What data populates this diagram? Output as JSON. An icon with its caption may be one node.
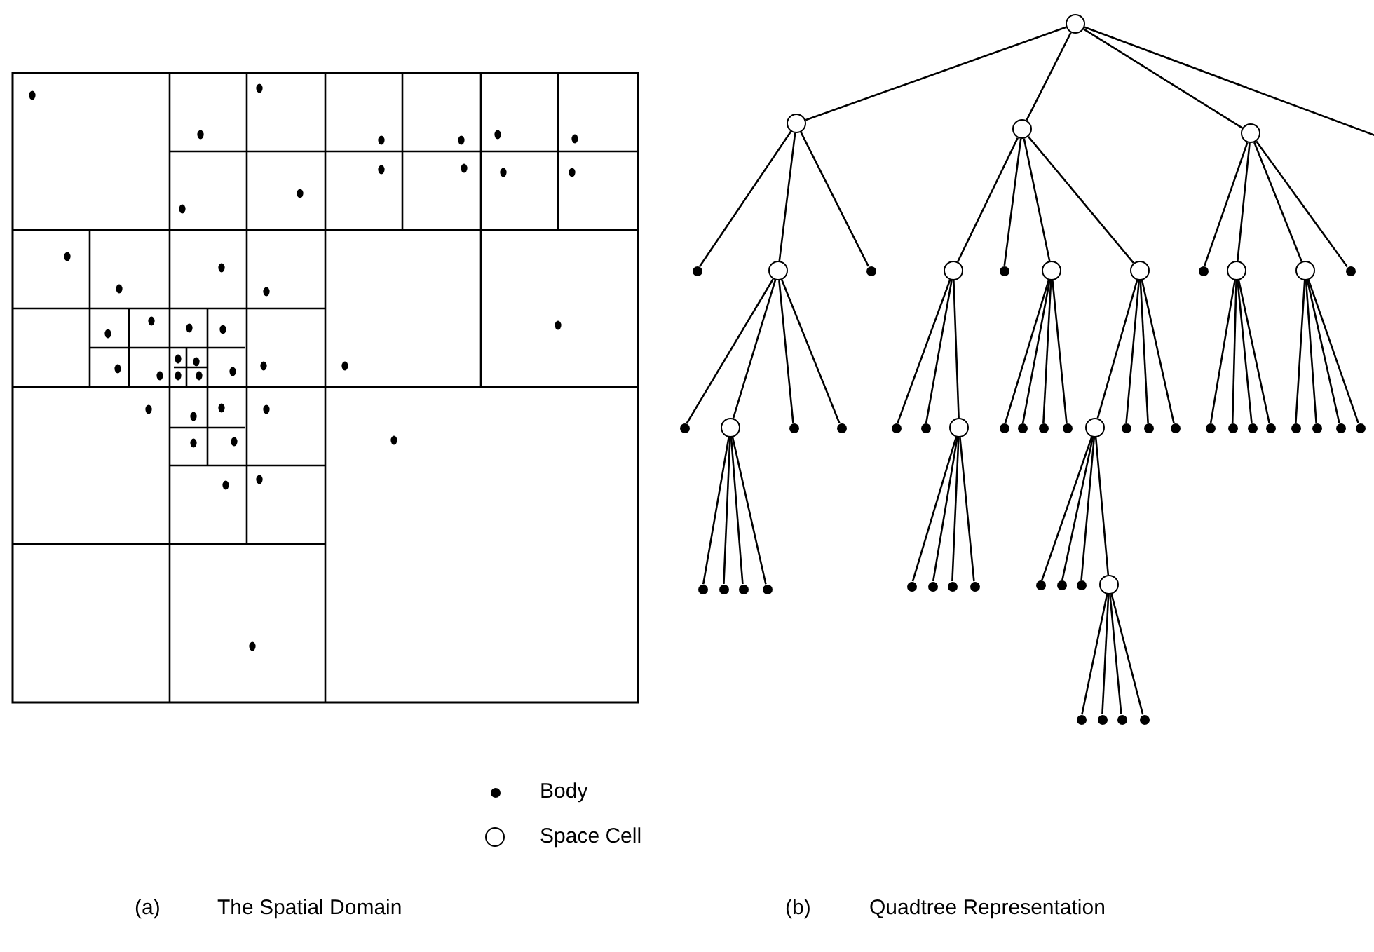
{
  "diagram": {
    "nodes": [
      {
        "text": [],
        "shape": "circle"
      },
      {
        "text": [],
        "shape": "circle"
      },
      {
        "text": [],
        "shape": "circle"
      },
      {
        "text": [],
        "shape": "circle"
      },
      {
        "text": [],
        "shape": "dot"
      },
      {
        "text": [],
        "shape": "circle"
      },
      {
        "text": [],
        "shape": "dot"
      },
      {
        "text": [],
        "shape": "circle"
      },
      {
        "text": [],
        "shape": "dot"
      },
      {
        "text": [],
        "shape": "circle"
      },
      {
        "text": [],
        "shape": "circle"
      },
      {
        "text": [],
        "shape": "dot"
      },
      {
        "text": [],
        "shape": "circle"
      },
      {
        "text": [],
        "shape": "circle"
      },
      {
        "text": [],
        "shape": "dot"
      },
      {
        "text": [],
        "shape": "dot"
      },
      {
        "text": [],
        "shape": "circle"
      },
      {
        "text": [],
        "shape": "dot"
      },
      {
        "text": [],
        "shape": "dot"
      },
      {
        "text": [],
        "shape": "dot"
      },
      {
        "text": [],
        "shape": "dot"
      },
      {
        "text": [],
        "shape": "circle"
      },
      {
        "text": [],
        "shape": "dot"
      },
      {
        "text": [],
        "shape": "dot"
      },
      {
        "text": [],
        "shape": "dot"
      },
      {
        "text": [],
        "shape": "dot"
      },
      {
        "text": [],
        "shape": "circle"
      },
      {
        "text": [],
        "shape": "dot"
      },
      {
        "text": [],
        "shape": "dot"
      },
      {
        "text": [],
        "shape": "dot"
      },
      {
        "text": [],
        "shape": "dot"
      },
      {
        "text": [],
        "shape": "dot"
      },
      {
        "text": [],
        "shape": "dot"
      },
      {
        "text": [],
        "shape": "dot"
      },
      {
        "text": [],
        "shape": "dot"
      },
      {
        "text": [],
        "shape": "dot"
      },
      {
        "text": [],
        "shape": "dot"
      },
      {
        "text": [],
        "shape": "dot"
      },
      {
        "text": [],
        "shape": "dot"
      },
      {
        "text": [],
        "shape": "dot"
      },
      {
        "text": [],
        "shape": "dot"
      },
      {
        "text": [],
        "shape": "dot"
      },
      {
        "text": [],
        "shape": "dot"
      },
      {
        "text": [],
        "shape": "dot"
      },
      {
        "text": [],
        "shape": "dot"
      },
      {
        "text": [],
        "shape": "dot"
      },
      {
        "text": [],
        "shape": "dot"
      },
      {
        "text": [],
        "shape": "dot"
      },
      {
        "text": [],
        "shape": "dot"
      },
      {
        "text": [],
        "shape": "circle"
      },
      {
        "text": [],
        "shape": "dot"
      },
      {
        "text": [],
        "shape": "dot"
      },
      {
        "text": [],
        "shape": "dot"
      },
      {
        "text": [],
        "shape": "dot"
      }
    ],
    "edges": [
      {
        "from": 0,
        "to": 1,
        "arrow": "none"
      },
      {
        "from": 0,
        "to": 2,
        "arrow": "none"
      },
      {
        "from": 0,
        "to": 3,
        "arrow": "none"
      },
      {
        "from": 0,
        "to": null,
        "arrow": "none"
      },
      {
        "from": 1,
        "to": 4,
        "arrow": "none"
      },
      {
        "from": 1,
        "to": 5,
        "arrow": "none"
      },
      {
        "from": 1,
        "to": 6,
        "arrow": "none"
      },
      {
        "from": 2,
        "to": 7,
        "arrow": "none"
      },
      {
        "from": 2,
        "to": 8,
        "arrow": "none"
      },
      {
        "from": 2,
        "to": 9,
        "arrow": "none"
      },
      {
        "from": 2,
        "to": 10,
        "arrow": "none"
      },
      {
        "from": 3,
        "to": 11,
        "arrow": "none"
      },
      {
        "from": 3,
        "to": 12,
        "arrow": "none"
      },
      {
        "from": 3,
        "to": 13,
        "arrow": "none"
      },
      {
        "from": 3,
        "to": 14,
        "arrow": "none"
      },
      {
        "from": 5,
        "to": 15,
        "arrow": "none"
      },
      {
        "from": 5,
        "to": 16,
        "arrow": "none"
      },
      {
        "from": 5,
        "to": 17,
        "arrow": "none"
      },
      {
        "from": 5,
        "to": 18,
        "arrow": "none"
      },
      {
        "from": 7,
        "to": 19,
        "arrow": "none"
      },
      {
        "from": 7,
        "to": 20,
        "arrow": "none"
      },
      {
        "from": 7,
        "to": 21,
        "arrow": "none"
      },
      {
        "from": 9,
        "to": 22,
        "arrow": "none"
      },
      {
        "from": 9,
        "to": 23,
        "arrow": "none"
      },
      {
        "from": 9,
        "to": 24,
        "arrow": "none"
      },
      {
        "from": 9,
        "to": 25,
        "arrow": "none"
      },
      {
        "from": 10,
        "to": 26,
        "arrow": "none"
      },
      {
        "from": 10,
        "to": 27,
        "arrow": "none"
      },
      {
        "from": 10,
        "to": 28,
        "arrow": "none"
      },
      {
        "from": 10,
        "to": 29,
        "arrow": "none"
      },
      {
        "from": 12,
        "to": 30,
        "arrow": "none"
      },
      {
        "from": 12,
        "to": 31,
        "arrow": "none"
      },
      {
        "from": 12,
        "to": 32,
        "arrow": "none"
      },
      {
        "from": 12,
        "to": 33,
        "arrow": "none"
      },
      {
        "from": 13,
        "to": 34,
        "arrow": "none"
      },
      {
        "from": 13,
        "to": 35,
        "arrow": "none"
      },
      {
        "from": 13,
        "to": 36,
        "arrow": "none"
      },
      {
        "from": 13,
        "to": 37,
        "arrow": "none"
      },
      {
        "from": 16,
        "to": 38,
        "arrow": "none"
      },
      {
        "from": 16,
        "to": 39,
        "arrow": "none"
      },
      {
        "from": 16,
        "to": 40,
        "arrow": "none"
      },
      {
        "from": 16,
        "to": 41,
        "arrow": "none"
      },
      {
        "from": 21,
        "to": 42,
        "arrow": "none"
      },
      {
        "from": 21,
        "to": 43,
        "arrow": "none"
      },
      {
        "from": 21,
        "to": 44,
        "arrow": "none"
      },
      {
        "from": 21,
        "to": 45,
        "arrow": "none"
      },
      {
        "from": 26,
        "to": 46,
        "arrow": "none"
      },
      {
        "from": 26,
        "to": 47,
        "arrow": "none"
      },
      {
        "from": 26,
        "to": 48,
        "arrow": "none"
      },
      {
        "from": 26,
        "to": 49,
        "arrow": "none"
      },
      {
        "from": 49,
        "to": 50,
        "arrow": "none"
      },
      {
        "from": 49,
        "to": 51,
        "arrow": "none"
      },
      {
        "from": 49,
        "to": 52,
        "arrow": "none"
      },
      {
        "from": 49,
        "to": 53,
        "arrow": "none"
      }
    ],
    "labels": [
      "(a)",
      "The Spatial Domain",
      "(b)",
      "Quadtree Representation"
    ],
    "legend": [
      {
        "text": "Body"
      },
      {
        "text": "Space Cell"
      }
    ]
  }
}
